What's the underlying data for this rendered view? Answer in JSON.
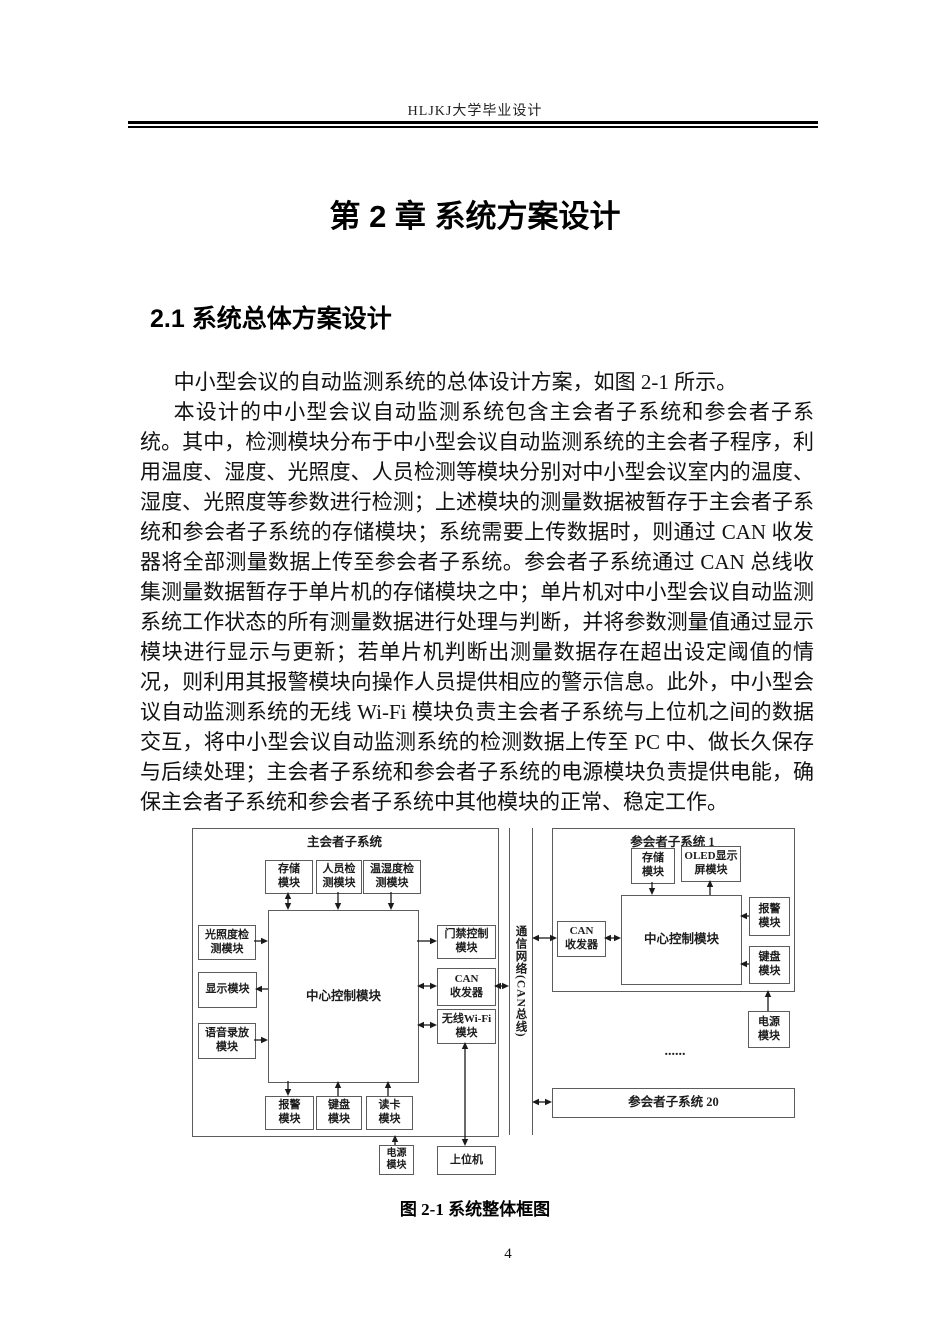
{
  "header": {
    "text": "HLJKJ大学毕业设计"
  },
  "chapter_title": "第 2 章  系统方案设计",
  "section_title": "2.1  系统总体方案设计",
  "paragraphs": [
    "中小型会议的自动监测系统的总体设计方案，如图 2-1 所示。",
    "本设计的中小型会议自动监测系统包含主会者子系统和参会者子系统。其中，检测模块分布于中小型会议自动监测系统的主会者子程序，利用温度、湿度、光照度、人员检测等模块分别对中小型会议室内的温度、湿度、光照度等参数进行检测；上述模块的测量数据被暂存于主会者子系统和参会者子系统的存储模块；系统需要上传数据时，则通过 CAN 收发器将全部测量数据上传至参会者子系统。参会者子系统通过 CAN 总线收集测量数据暂存于单片机的存储模块之中；单片机对中小型会议自动监测系统工作状态的所有测量数据进行处理与判断，并将参数测量值通过显示模块进行显示与更新；若单片机判断出测量数据存在超出设定阈值的情况，则利用其报警模块向操作人员提供相应的警示信息。此外，中小型会议自动监测系统的无线 Wi-Fi 模块负责主会者子系统与上位机之间的数据交互，将中小型会议自动监测系统的检测数据上传至 PC 中、做长久保存与后续处理；主会者子系统和参会者子系统的电源模块负责提供电能，确保主会者子系统和参会者子系统中其他模块的正常、稳定工作。"
  ],
  "figure": {
    "caption": "图 2-1  系统整体框图",
    "bus_label": "通信网络(CAN总线)",
    "ellipsis": "......",
    "main_subsystem": {
      "title": "主会者子系统",
      "boxes": {
        "storage": "存储\n模块",
        "person_detect": "人员检\n测模块",
        "temp_humidity": "温湿度检\n测模块",
        "light_detect": "光照度检\n测模块",
        "display": "显示模块",
        "voice": "语音录放\n模块",
        "central": "中心控制模块",
        "alarm": "报警\n模块",
        "keyboard": "键盘\n模块",
        "card_reader": "读卡\n模块",
        "door_control": "门禁控制\n模块",
        "can_transceiver": "CAN\n收发器",
        "wifi": "无线Wi-Fi\n模块",
        "power": "电源\n模块",
        "host_pc": "上位机"
      }
    },
    "participant_subsystem_1": {
      "title": "参会者子系统 1",
      "boxes": {
        "storage": "存储\n模块",
        "oled": "OLED显示\n屏模块",
        "central": "中心控制模块",
        "can_transceiver": "CAN\n收发器",
        "alarm": "报警\n模块",
        "keyboard": "键盘\n模块",
        "power": "电源\n模块"
      }
    },
    "participant_subsystem_20": {
      "title": "参会者子系统 20"
    },
    "connections": [
      {
        "from": "存储模块(主)",
        "to": "中心控制模块(主)",
        "dir": "bidirectional"
      },
      {
        "from": "人员检测模块",
        "to": "中心控制模块(主)",
        "dir": "to"
      },
      {
        "from": "温湿度检测模块",
        "to": "中心控制模块(主)",
        "dir": "to"
      },
      {
        "from": "光照度检测模块",
        "to": "中心控制模块(主)",
        "dir": "to"
      },
      {
        "from": "中心控制模块(主)",
        "to": "显示模块",
        "dir": "to"
      },
      {
        "from": "语音录放模块",
        "to": "中心控制模块(主)",
        "dir": "to"
      },
      {
        "from": "中心控制模块(主)",
        "to": "报警模块(主)",
        "dir": "to"
      },
      {
        "from": "键盘模块(主)",
        "to": "中心控制模块(主)",
        "dir": "to"
      },
      {
        "from": "读卡模块",
        "to": "中心控制模块(主)",
        "dir": "to"
      },
      {
        "from": "中心控制模块(主)",
        "to": "门禁控制模块",
        "dir": "to"
      },
      {
        "from": "中心控制模块(主)",
        "to": "CAN收发器(主)",
        "dir": "bidirectional"
      },
      {
        "from": "CAN收发器(主)",
        "to": "通信网络(CAN总线)",
        "dir": "bidirectional"
      },
      {
        "from": "中心控制模块(主)",
        "to": "无线Wi-Fi模块",
        "dir": "bidirectional"
      },
      {
        "from": "无线Wi-Fi模块",
        "to": "上位机",
        "dir": "bidirectional"
      },
      {
        "from": "电源模块(主)",
        "to": "主会者子系统",
        "dir": "to"
      },
      {
        "from": "通信网络(CAN总线)",
        "to": "CAN收发器(参1)",
        "dir": "bidirectional"
      },
      {
        "from": "CAN收发器(参1)",
        "to": "中心控制模块(参1)",
        "dir": "bidirectional"
      },
      {
        "from": "存储模块(参1)",
        "to": "中心控制模块(参1)",
        "dir": "to"
      },
      {
        "from": "中心控制模块(参1)",
        "to": "OLED显示屏模块",
        "dir": "to"
      },
      {
        "from": "报警模块(参1)",
        "to": "中心控制模块(参1)",
        "dir": "to"
      },
      {
        "from": "键盘模块(参1)",
        "to": "中心控制模块(参1)",
        "dir": "to"
      },
      {
        "from": "电源模块(参1)",
        "to": "参会者子系统 1",
        "dir": "to"
      },
      {
        "from": "通信网络(CAN总线)",
        "to": "参会者子系统 20",
        "dir": "bidirectional"
      }
    ]
  },
  "page": {
    "number": "4"
  }
}
